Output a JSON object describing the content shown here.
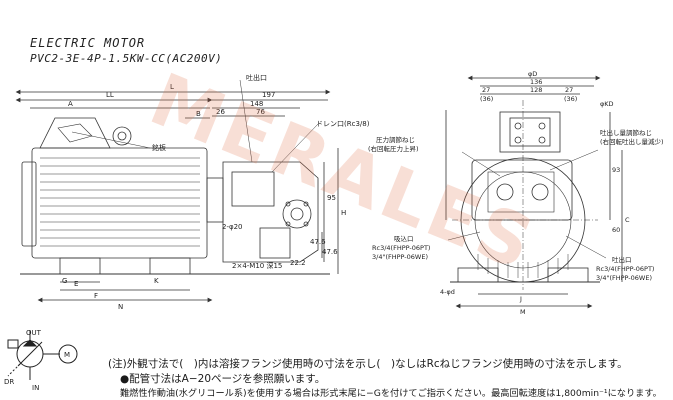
{
  "handwritten": {
    "line1": "ELECTRIC MOTOR",
    "line2": "PVC2-3E-4P-1.5KW-CC(AC200V)"
  },
  "watermark": "MERALES",
  "left_view": {
    "dimensions": [
      "LL",
      "L",
      "197",
      "A",
      "148",
      "B",
      "26",
      "76",
      "2-φ20",
      "E",
      "F",
      "G",
      "K",
      "N",
      "H",
      "95",
      "47.6",
      "47.6",
      "22.2",
      "2×4-M10 深15"
    ],
    "callouts": {
      "outlet": "吐出口",
      "drain": "ドレン口(Rc3/8)",
      "nameplate": "銘板"
    }
  },
  "right_view": {
    "dimensions": [
      "φD",
      "136",
      "27",
      "27",
      "128",
      "(36)",
      "(36)",
      "φKD",
      "93",
      "4-φd",
      "J",
      "M",
      "C",
      "60"
    ],
    "callouts": {
      "pressure_adj": "圧力調節ねじ",
      "pressure_adj_dir": "(右回転圧力上昇)",
      "flow_adj": "吐出し量調節ねじ",
      "flow_adj_dir": "(右回転吐出し量減少)",
      "suction": "吸込口",
      "suction_rc": "Rc3/4(FHPP-06PT)",
      "suction_flange": "3/4\"(FHPP-06WE)",
      "outlet": "吐出口",
      "outlet_rc": "Rc3/4(FHPP-06PT)",
      "outlet_flange": "3/4\"(FHPP-06WE)"
    }
  },
  "symbol": {
    "out": "OUT",
    "in": "IN",
    "dr": "DR",
    "motor": "M"
  },
  "notes": [
    "(注)外観寸法で(　)内は溶接フランジ使用時の寸法を示し(　)なしはRcねじフランジ使用時の寸法を示します。",
    "●配管寸法はA−20ページを参照願います。",
    "難燃性作動油(水グリコール系)を使用する場合は形式末尾に−Gを付けてご指示ください。最高回転速度は1,800min⁻¹になります。"
  ]
}
